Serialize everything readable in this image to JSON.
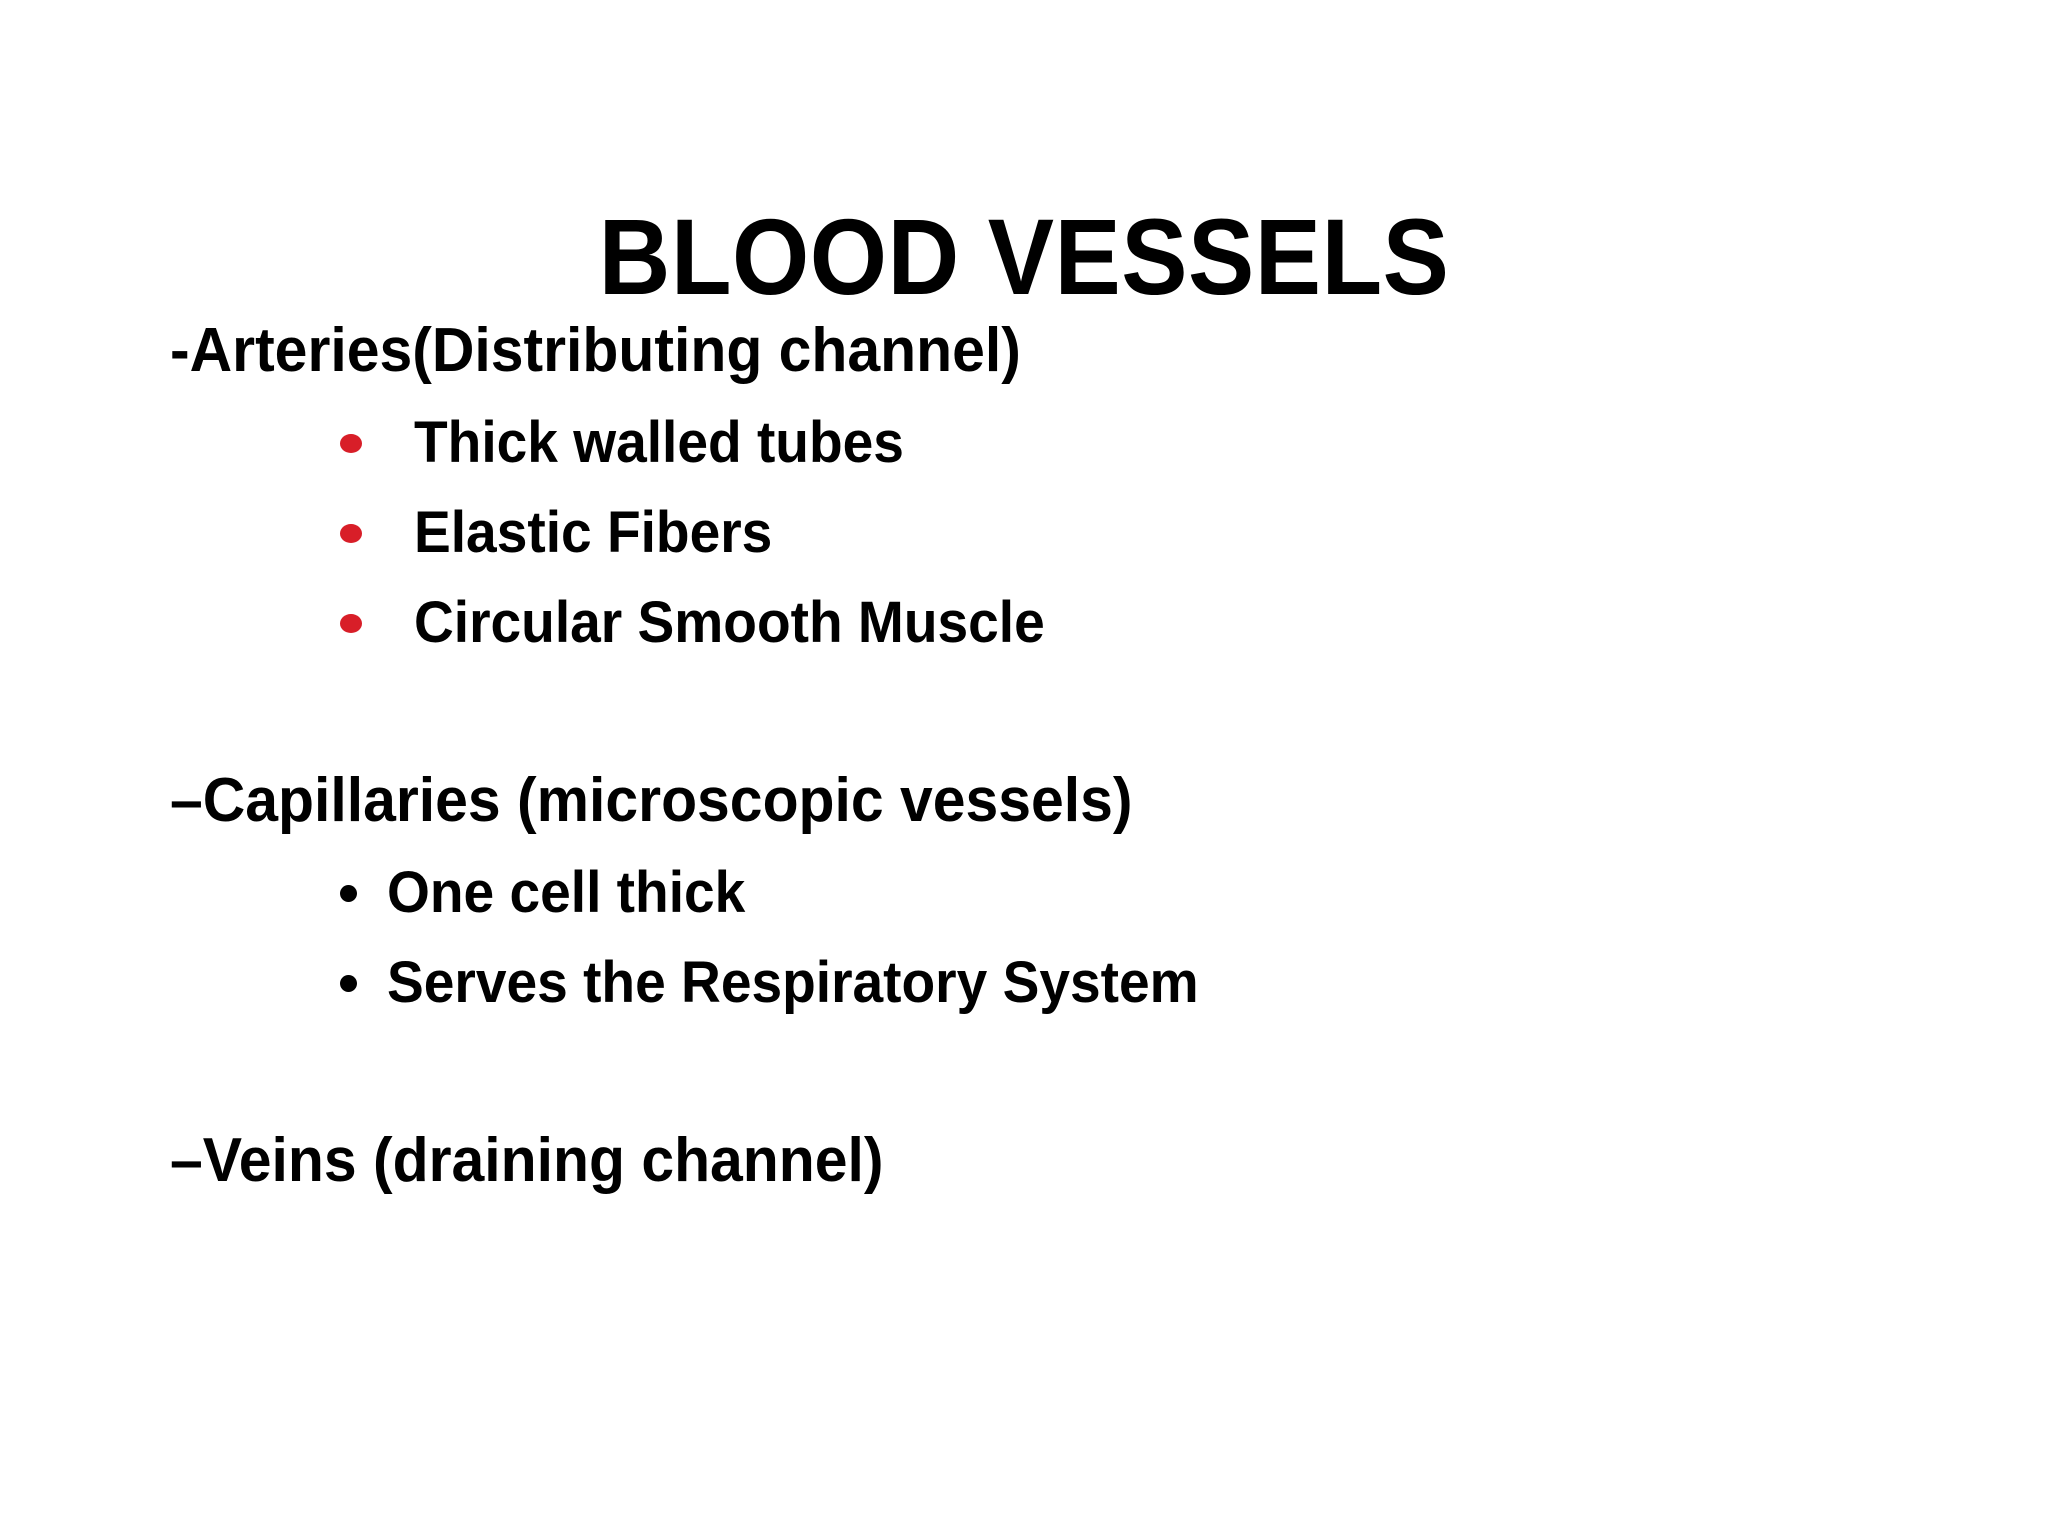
{
  "slide": {
    "title": "BLOOD VESSELS",
    "background_color": "#FFFFFF",
    "text_color": "#000000",
    "accent_color": "#D81E28",
    "sections": [
      {
        "heading": "-Arteries(Distributing channel)",
        "bullet_color": "#D81E28",
        "bullet_style": "red-dot",
        "items": [
          "Thick walled tubes",
          "Elastic Fibers",
          "Circular Smooth Muscle"
        ]
      },
      {
        "heading": "–Capillaries (microscopic vessels)",
        "bullet_color": "#000000",
        "bullet_style": "black-dot",
        "items": [
          "One cell thick",
          "Serves the Respiratory System"
        ]
      },
      {
        "heading": "–Veins (draining channel)",
        "bullet_color": "#000000",
        "bullet_style": "black-dot",
        "items": []
      }
    ]
  }
}
